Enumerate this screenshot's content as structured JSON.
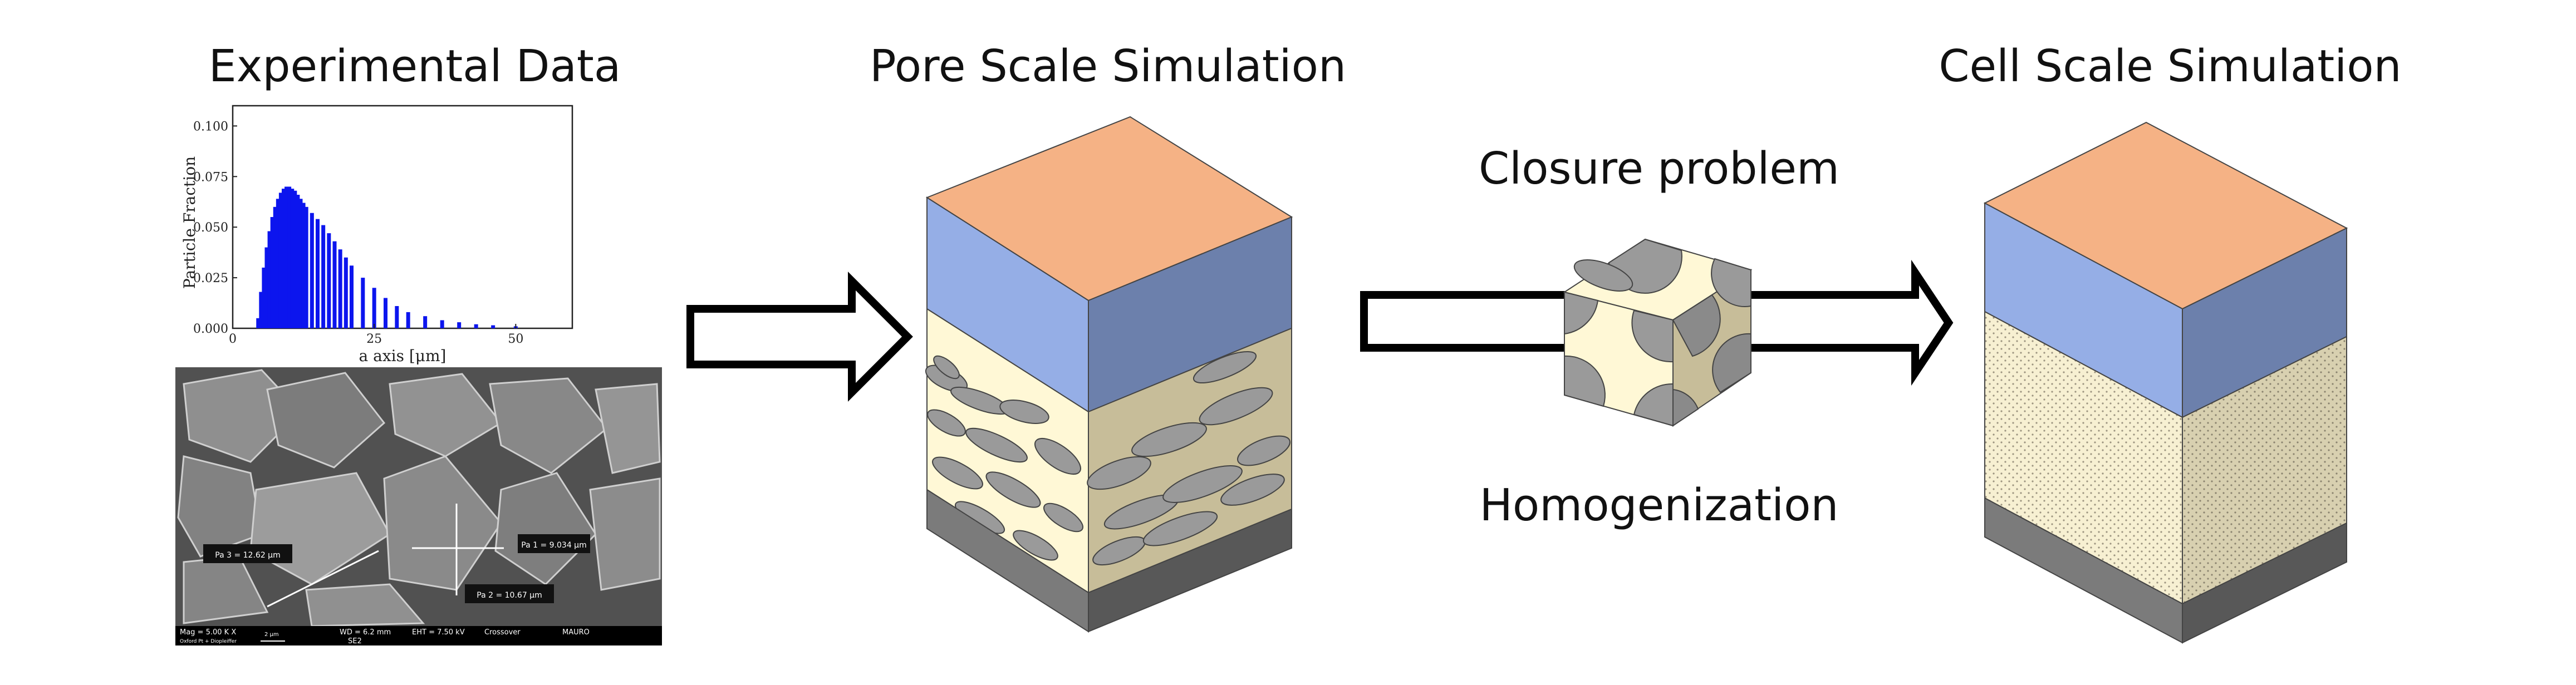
{
  "titles": {
    "experimental": "Experimental Data",
    "pore": "Pore Scale Simulation",
    "cell": "Cell Scale Simulation",
    "closure": "Closure problem",
    "homogenization": "Homogenization"
  },
  "colors": {
    "top_face": "#f5b285",
    "separator_light": "#95aee6",
    "separator_dark": "#6c80ac",
    "electrode_front": "#fff8d6",
    "electrode_side": "#c7bd99",
    "collector_light": "#7b7b7b",
    "collector_dark": "#585858",
    "particle": "#9a9a9a",
    "bars": "#0c15ee"
  },
  "chart_data": {
    "type": "bar",
    "xlabel": "a axis [μm]",
    "ylabel": "Particle Fraction",
    "xlim": [
      0,
      60
    ],
    "ylim": [
      0,
      0.11
    ],
    "x_ticks": [
      "0",
      "25",
      "50"
    ],
    "y_ticks": [
      "0.000",
      "0.025",
      "0.050",
      "0.075",
      "0.100"
    ],
    "x": [
      4.5,
      5,
      5.5,
      6,
      6.5,
      7,
      7.5,
      8,
      8.5,
      9,
      9.5,
      10,
      10.5,
      11,
      11.5,
      12,
      12.5,
      13,
      14,
      15,
      16,
      17,
      18,
      19,
      20,
      21,
      23,
      25,
      27,
      29,
      31,
      34,
      37,
      40,
      43,
      46,
      50
    ],
    "values": [
      0.005,
      0.018,
      0.03,
      0.04,
      0.048,
      0.055,
      0.06,
      0.064,
      0.067,
      0.069,
      0.07,
      0.07,
      0.069,
      0.068,
      0.066,
      0.064,
      0.062,
      0.06,
      0.057,
      0.054,
      0.051,
      0.047,
      0.043,
      0.039,
      0.035,
      0.031,
      0.025,
      0.02,
      0.015,
      0.011,
      0.008,
      0.006,
      0.004,
      0.003,
      0.002,
      0.0015,
      0.001
    ]
  },
  "sem_image": {
    "bar_left": "Mag =  5.00 K X",
    "bar_left2": "Oxford Pt + Diopleiffer",
    "scale": "2 μm",
    "wd": "WD =  6.2 mm",
    "eht": "EHT =  7.50 kV",
    "signal": "SE2",
    "crossover": "Crossover",
    "user": "MAURO",
    "measure1": "Pa 1 = 9.034 μm",
    "measure2": "Pa 2 = 10.67 μm",
    "measure3": "Pa 3 = 12.62 μm"
  }
}
